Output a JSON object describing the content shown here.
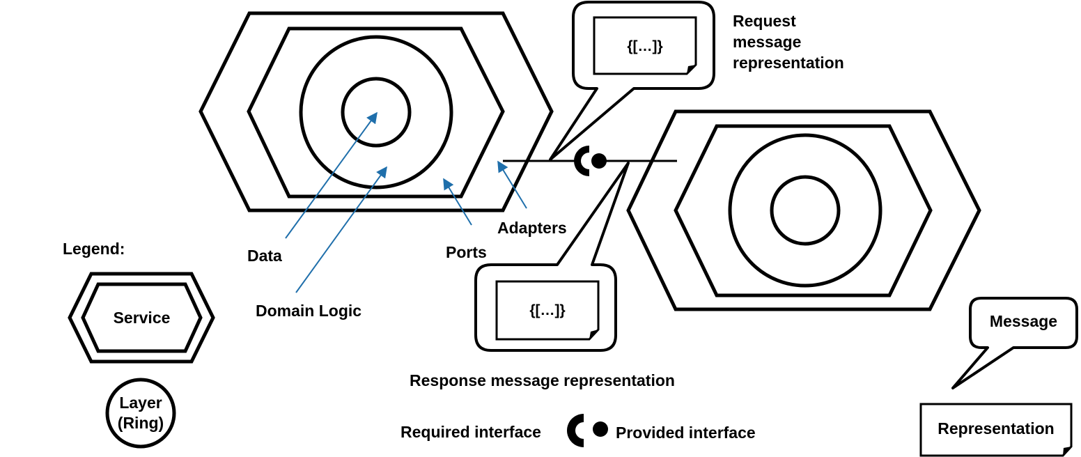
{
  "labels": {
    "request": [
      "Request",
      "message",
      "representation"
    ],
    "request_doc": "{[…]}",
    "response_doc": "{[…]}",
    "response": "Response message representation",
    "data": "Data",
    "domain_logic": "Domain Logic",
    "ports": "Ports",
    "adapters": "Adapters"
  },
  "legend": {
    "title": "Legend:",
    "service": "Service",
    "layer": [
      "Layer",
      "(Ring)"
    ],
    "required": "Required interface",
    "provided": "Provided interface",
    "message": "Message",
    "representation": "Representation"
  },
  "colors": {
    "line": "#000000",
    "pointer": "#1f6fab"
  }
}
